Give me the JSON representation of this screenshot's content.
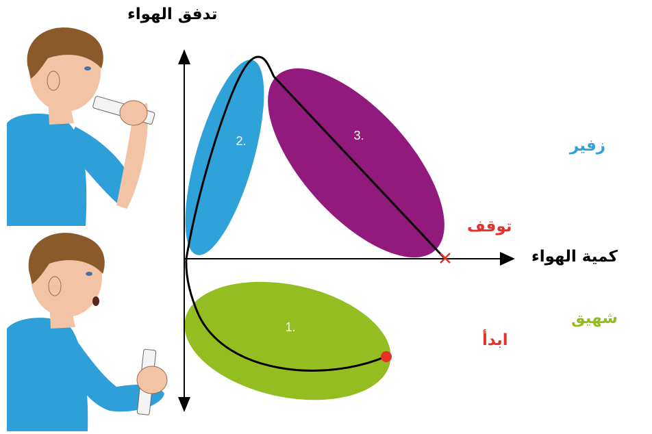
{
  "labels": {
    "y_axis": "تدفق الهواء",
    "x_axis": "كمية الهواء",
    "exhale": "زفير",
    "inhale": "شهيق",
    "stop": "توقف",
    "start": "ابدأ"
  },
  "phases": [
    {
      "number": "1.",
      "color": "#94bd21"
    },
    {
      "number": "2.",
      "color": "#2fa3d9"
    },
    {
      "number": "3.",
      "color": "#921a7d"
    }
  ],
  "colors": {
    "exhale": "#2fa3d9",
    "inhale": "#94bd21",
    "stop": "#e8302a",
    "start": "#e8302a",
    "curve": "#000000",
    "skin": "#f3c3a5",
    "hair": "#8a5a2b",
    "shirt": "#2e9fd9"
  },
  "icons": [
    "person-blowing-icon",
    "person-inhaling-icon",
    "stop-cross-icon",
    "start-dot-icon"
  ]
}
